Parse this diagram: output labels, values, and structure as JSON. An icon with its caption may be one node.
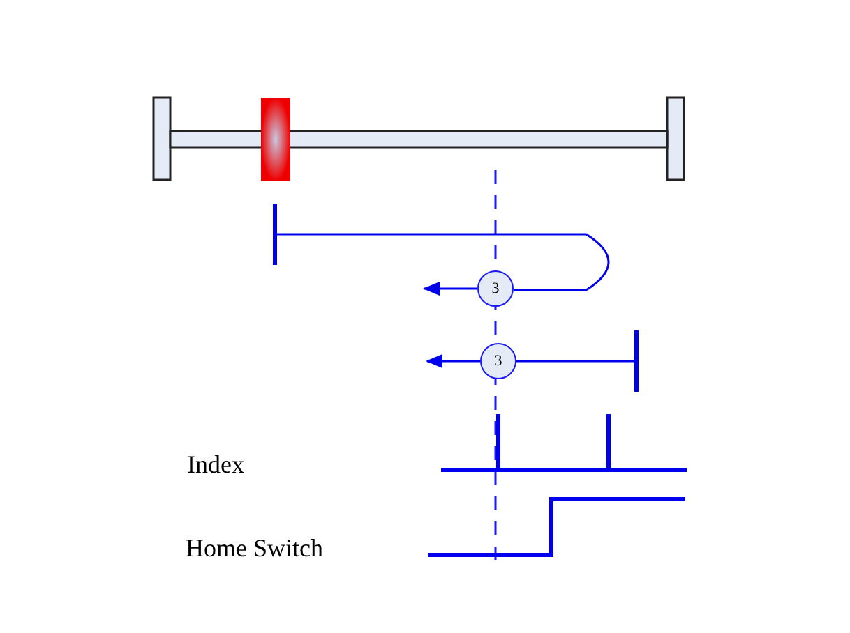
{
  "diagram": {
    "nodes": [
      {
        "text": [
          "3"
        ]
      },
      {
        "text": [
          "3"
        ]
      }
    ],
    "edges": [
      {
        "from": 0,
        "to": null,
        "arrow": "to"
      },
      {
        "from": 1,
        "to": null,
        "arrow": "to"
      }
    ],
    "labels": [
      "Index",
      "Home Switch"
    ]
  }
}
